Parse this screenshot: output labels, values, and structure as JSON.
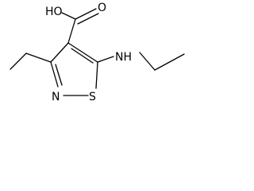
{
  "molecule": {
    "labels": {
      "carboxyl": "HO",
      "carbonyl_oxygen": "O",
      "amine": "NH",
      "ring_nitrogen": "N",
      "ring_sulfur": "S"
    }
  }
}
